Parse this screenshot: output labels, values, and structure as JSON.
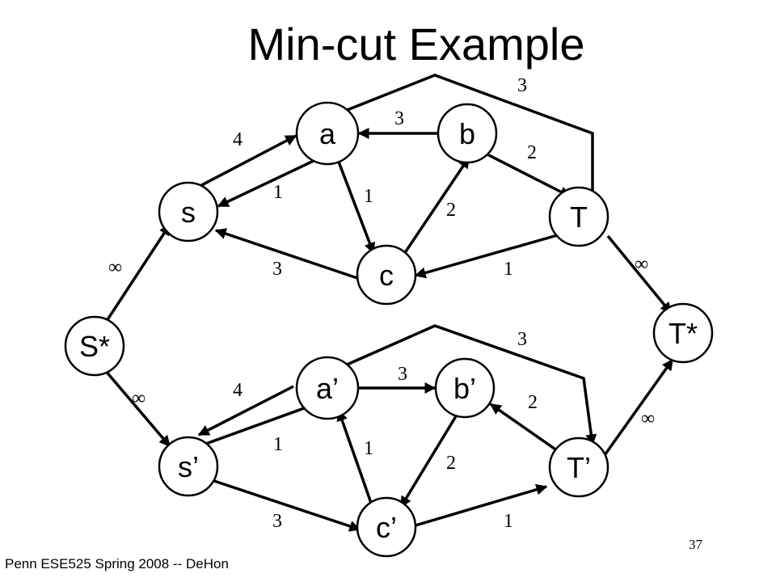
{
  "slide": {
    "title": "Min-cut Example",
    "footer": "Penn ESE525 Spring 2008 -- DeHon",
    "page_number": "37"
  },
  "nodes": {
    "a": "a",
    "b": "b",
    "s": "s",
    "T": "T",
    "c": "c",
    "S_star": "S*",
    "T_star": "T*",
    "a2": "a’",
    "b2": "b’",
    "s2": "s’",
    "T2": "T’",
    "c2": "c’"
  },
  "weights": {
    "top_TtoA": "3",
    "ba": "3",
    "sa": "4",
    "bT": "2",
    "as": "1",
    "ac": "1",
    "cb": "2",
    "cs": "3",
    "Tc": "1",
    "SstarS": "∞",
    "TTstar": "∞",
    "bot_a2T2": "3",
    "a2b2": "3",
    "s2a2": "4",
    "Sstars2": "∞",
    "T2b2": "2",
    "T2Tstar": "∞",
    "a2s2": "1",
    "c2a2": "1",
    "b2c2": "2",
    "s2c2": "3",
    "c2T2": "1"
  }
}
